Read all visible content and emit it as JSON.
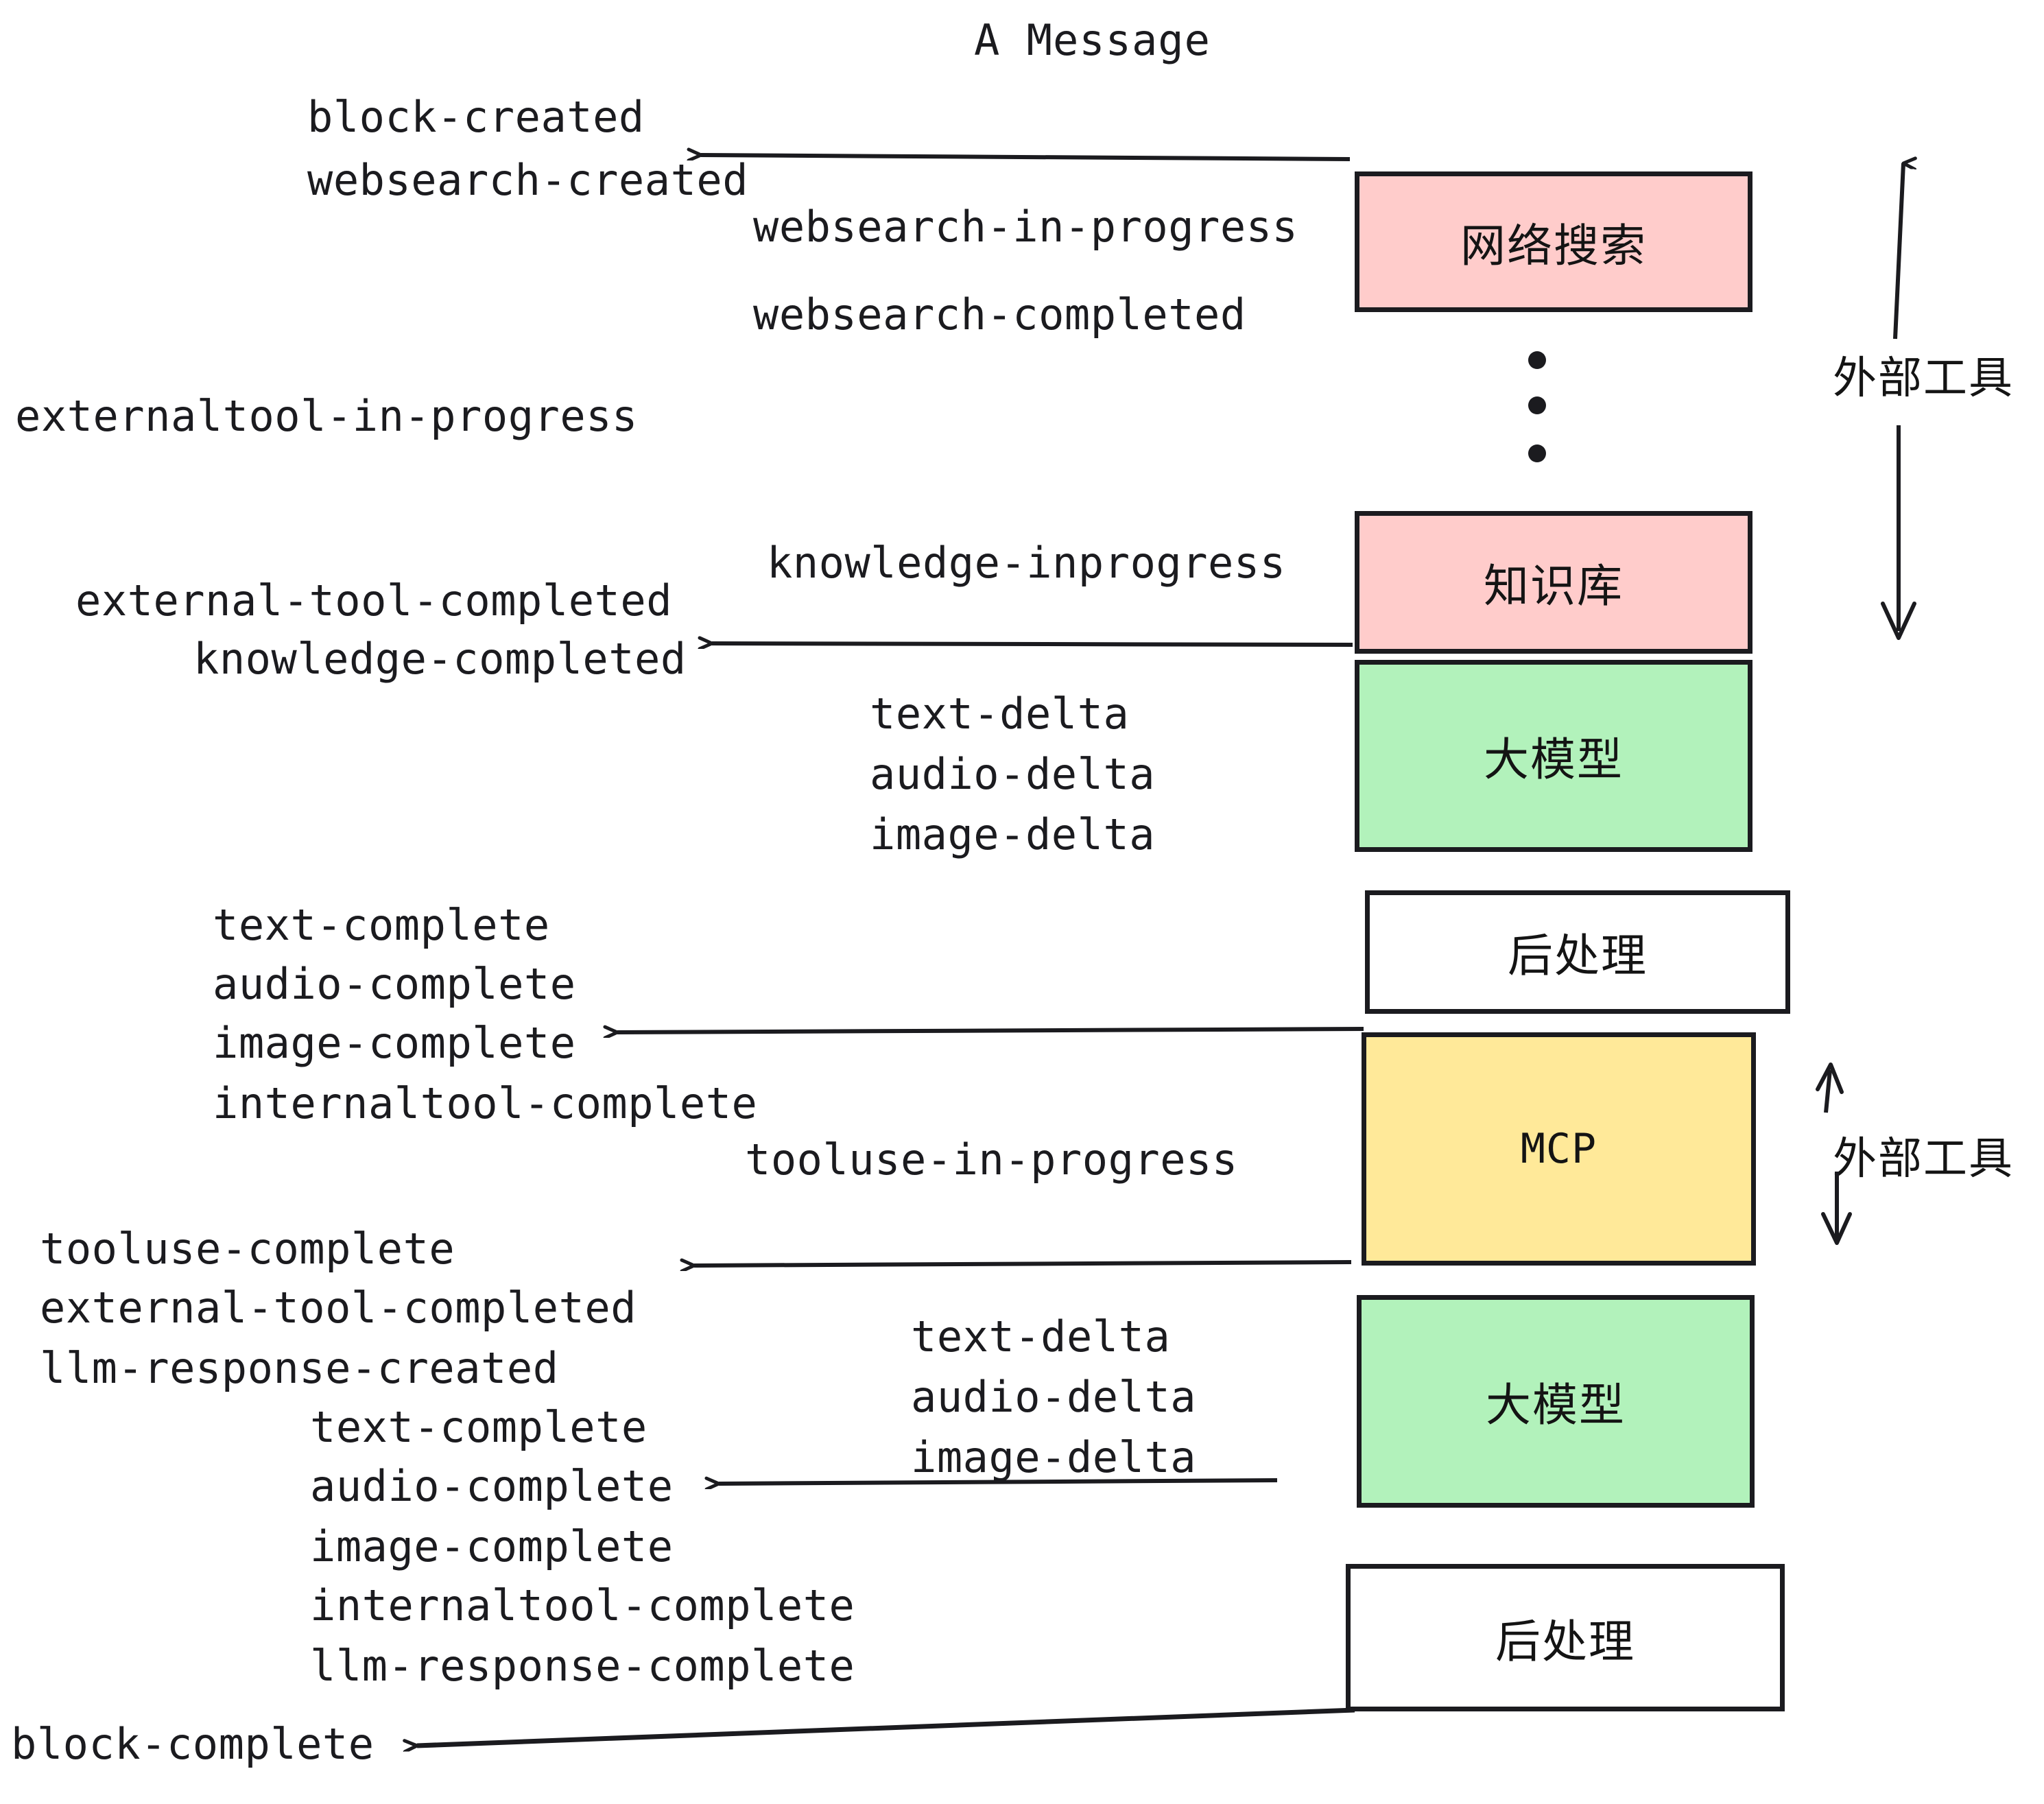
{
  "title": "A Message",
  "colors": {
    "pink": "#FFCCCB",
    "green": "#B2F2BB",
    "yellow": "#FFE999",
    "white": "#FFFFFF",
    "stroke": "#1b1b1f",
    "background": "#FFFFFF"
  },
  "boxes": [
    {
      "id": "websearch",
      "label": "网络搜索",
      "fill": "#FFCCCB"
    },
    {
      "id": "knowledge",
      "label": "知识库",
      "fill": "#FFCCCB"
    },
    {
      "id": "llm-top",
      "label": "大模型",
      "fill": "#B2F2BB"
    },
    {
      "id": "postprocess-top",
      "label": "后处理",
      "fill": "#FFFFFF"
    },
    {
      "id": "mcp",
      "label": "MCP",
      "fill": "#FFE999"
    },
    {
      "id": "llm-bottom",
      "label": "大模型",
      "fill": "#B2F2BB"
    },
    {
      "id": "postprocess-bottom",
      "label": "后处理",
      "fill": "#FFFFFF"
    }
  ],
  "side_annotations": [
    {
      "id": "external-tool-top",
      "label": "外部工具"
    },
    {
      "id": "external-tool-bottom",
      "label": "外部工具"
    }
  ],
  "events": {
    "block_created": "block-created",
    "websearch_created": "websearch-created",
    "websearch_in_progress": "websearch-in-progress",
    "websearch_completed": "websearch-completed",
    "externaltool_in_progress": "externaltool-in-progress",
    "knowledge_inprogress": "knowledge-inprogress",
    "external_tool_completed_1": "external-tool-completed",
    "knowledge_completed": "knowledge-completed",
    "text_delta_1": "text-delta",
    "audio_delta_1": "audio-delta",
    "image_delta_1": "image-delta",
    "text_complete_1": "text-complete",
    "audio_complete_1": "audio-complete",
    "image_complete_1": "image-complete",
    "internaltool_complete_1": "internaltool-complete",
    "tooluse_in_progress": "tooluse-in-progress",
    "tooluse_complete": "tooluse-complete",
    "external_tool_completed_2": "external-tool-completed",
    "llm_response_created": "llm-response-created",
    "text_delta_2": "text-delta",
    "audio_delta_2": "audio-delta",
    "image_delta_2": "image-delta",
    "text_complete_2": "text-complete",
    "audio_complete_2": "audio-complete",
    "image_complete_2": "image-complete",
    "internaltool_complete_2": "internaltool-complete",
    "llm_response_complete": "llm-response-complete",
    "block_complete": "block-complete"
  }
}
